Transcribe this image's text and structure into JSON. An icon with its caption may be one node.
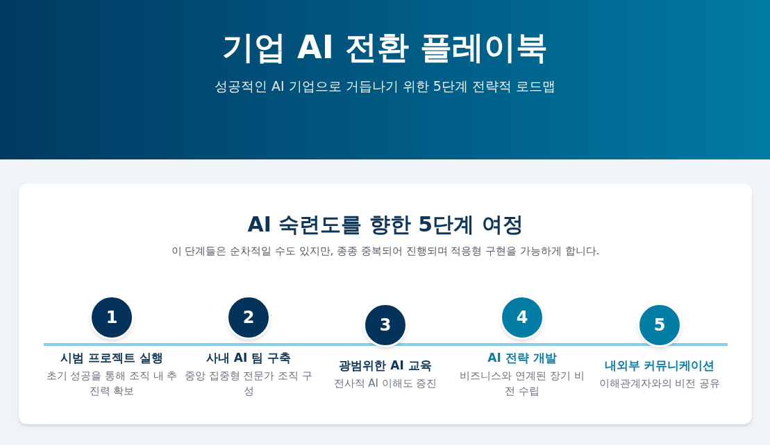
{
  "diagram": {
    "title": "기업 AI 전환 플레이북",
    "nodes": [
      {
        "text": [
          "1"
        ],
        "beside": [
          "시범 프로젝트 실행",
          "초기 성공을 통해 조직 내 추진력 확보"
        ]
      },
      {
        "text": [
          "2"
        ],
        "beside": [
          "사내 AI 팀 구축",
          "중앙 집중형 전문가 조직 구성"
        ]
      },
      {
        "text": [
          "3"
        ],
        "beside": [
          "광범위한 AI 교육",
          "전사적 AI 이해도 증진"
        ]
      },
      {
        "text": [
          "4"
        ],
        "beside": [
          "AI 전략 개발",
          "비즈니스와 연계된 장기 비전 수립"
        ]
      },
      {
        "text": [
          "5"
        ],
        "beside": [
          "내외부 커뮤니케이션",
          "이해관계자와의 비전 공유"
        ]
      }
    ],
    "labels": [
      "성공적인 AI 기업으로 거듭나기 위한 5단계 전략적 로드맵",
      "AI 숙련도를 향한 5단계 여정",
      "이 단계들은 순차적일 수도 있지만, 종종 중복되어 진행되며 적응형 구현을 가능하게 합니다."
    ]
  }
}
